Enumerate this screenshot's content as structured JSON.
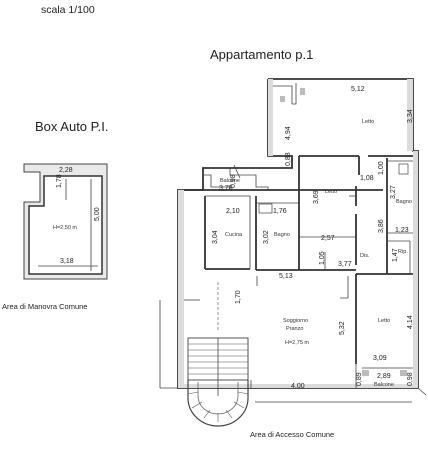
{
  "header": {
    "scale": "scala 1/100"
  },
  "apartment": {
    "title": "Appartamento p.1",
    "rooms": {
      "letto1": "Letto",
      "balcone_top": "Balcone",
      "letto2": "Letto",
      "bagno_right": "Bagno",
      "cucina": "Cucina",
      "bagno_mid": "Bagno",
      "dis": "Dis.",
      "rip": "Rip.",
      "soggiorno": "Soggiorno",
      "pranzo": "Pranzo",
      "height": "H=2,75 m",
      "letto3": "Letto",
      "balcone_bottom": "Balcone"
    },
    "dims": {
      "d512": "5,12",
      "d334": "3,34",
      "d494": "4,94",
      "d088": "0,88",
      "d100": "1,00",
      "d327": "3,27",
      "d108": "1,08",
      "d369": "3,69",
      "d098a": "0,98",
      "d378": "3,78",
      "d210": "2,10",
      "d176": "1,76",
      "d304": "3,04",
      "d302": "3,02",
      "d257": "2,57",
      "d386": "3,86",
      "d123": "1,23",
      "d147": "1,47",
      "d105": "1,05",
      "d513": "5,13",
      "d377": "3,77",
      "d170": "1,70",
      "d532": "5,32",
      "d414": "4,14",
      "d309": "3,09",
      "d289": "2,89",
      "d089": "0,89",
      "d098b": "0,98",
      "d400": "4,00"
    }
  },
  "box": {
    "title": "Box Auto P.I.",
    "d228": "2,28",
    "d178": "1,78",
    "d500": "5,00",
    "d318": "3,18",
    "height": "H=2,50 m"
  },
  "labels": {
    "manovra": "Area di Manovra Comune",
    "accesso": "Area di Accesso Comune"
  }
}
